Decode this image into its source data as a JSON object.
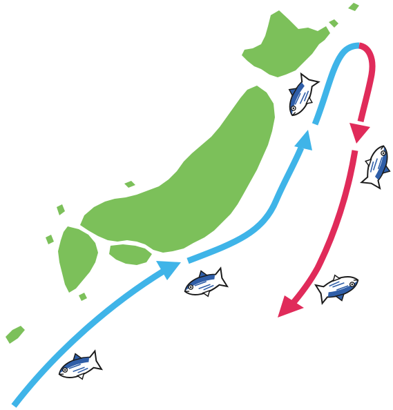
{
  "colors": {
    "land": "#7cc05a",
    "northbound_arrow": "#3fb4e8",
    "southbound_arrow": "#e02b5a",
    "fish_back": "#2f5ea8",
    "fish_belly": "#ffffff",
    "fish_outline": "#1a1a1a"
  },
  "icons": {
    "fish": "bonito-fish-icon",
    "northbound": "arrow-northbound-icon",
    "southbound": "arrow-southbound-icon"
  },
  "fish_headings": [
    "northbound",
    "northbound",
    "northbound",
    "southbound",
    "southbound"
  ]
}
